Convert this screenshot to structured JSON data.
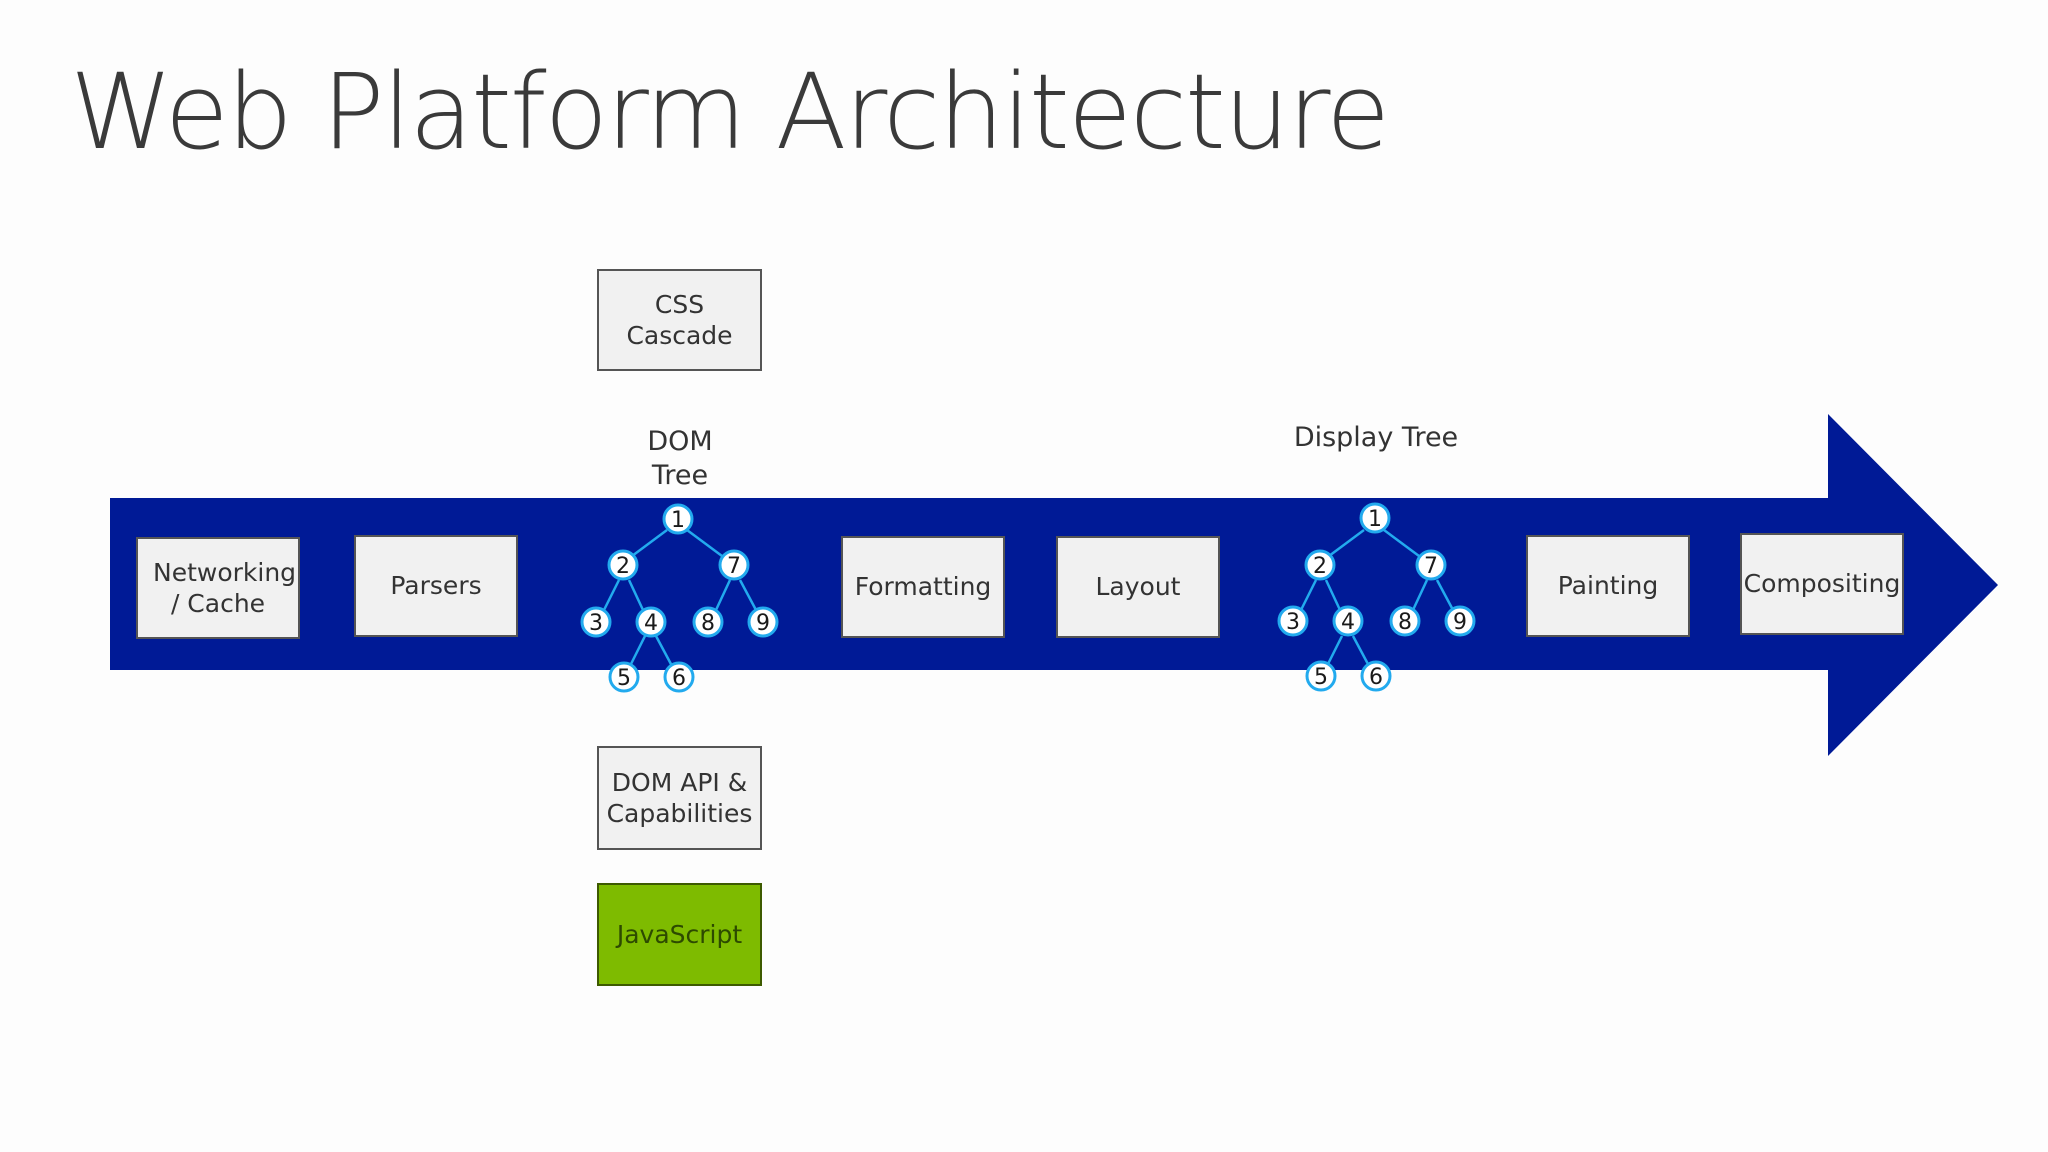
{
  "title": "Web Platform Architecture",
  "colors": {
    "arrow": "#001a96",
    "box_fill": "#f1f1f1",
    "javascript_fill": "#7ebb00",
    "tree_node_stroke": "#22aaee"
  },
  "pipeline": {
    "networking": "Networking / Cache",
    "parsers": "Parsers",
    "formatting": "Formatting",
    "layout": "Layout",
    "painting": "Painting",
    "compositing": "Compositing"
  },
  "side_boxes": {
    "css_cascade": "CSS Cascade",
    "dom_api": "DOM API & Capabilities",
    "javascript": "JavaScript"
  },
  "trees": {
    "dom_label": "DOM Tree",
    "display_label": "Display Tree",
    "nodes": [
      "1",
      "2",
      "3",
      "4",
      "5",
      "6",
      "7",
      "8",
      "9"
    ]
  }
}
